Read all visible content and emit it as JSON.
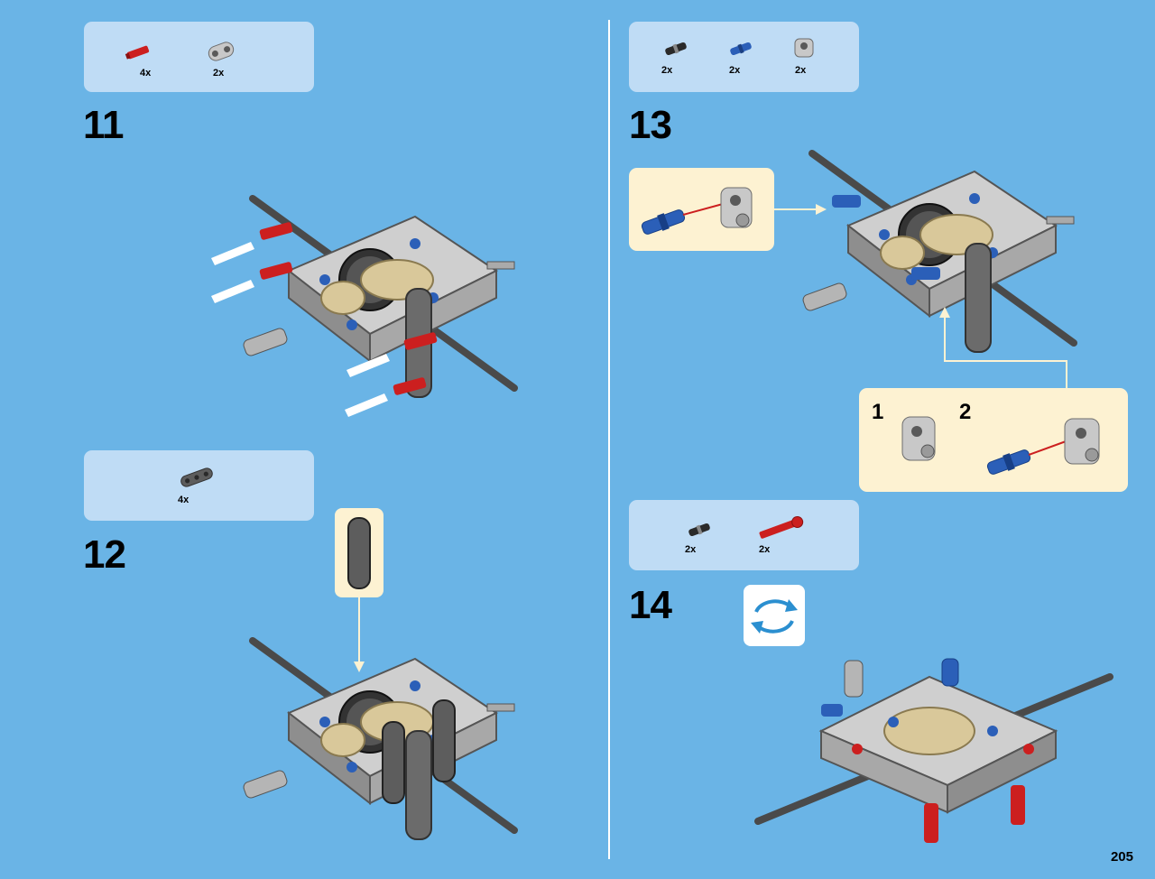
{
  "steps": [
    {
      "number": "11",
      "parts": [
        {
          "qty": "4x",
          "icon": "red-axle-pin-icon"
        },
        {
          "qty": "2x",
          "icon": "gray-connector-icon"
        }
      ]
    },
    {
      "number": "12",
      "parts": [
        {
          "qty": "4x",
          "icon": "dark-beam-icon"
        }
      ]
    },
    {
      "number": "13",
      "parts": [
        {
          "qty": "2x",
          "icon": "black-pin-icon"
        },
        {
          "qty": "2x",
          "icon": "blue-pin-icon"
        },
        {
          "qty": "2x",
          "icon": "gray-connector-icon"
        }
      ],
      "subassembly": {
        "labels": [
          "1",
          "2"
        ]
      }
    },
    {
      "number": "14",
      "parts": [
        {
          "qty": "2x",
          "icon": "black-pin-icon"
        },
        {
          "qty": "2x",
          "icon": "red-axle-icon"
        }
      ]
    }
  ],
  "page_number": "205",
  "colors": {
    "background": "#6ab4e6",
    "parts_box": "#bfdcf5",
    "callout": "#fdf2d2",
    "accent_red": "#cc1f1f",
    "accent_blue": "#2b5fb8"
  }
}
